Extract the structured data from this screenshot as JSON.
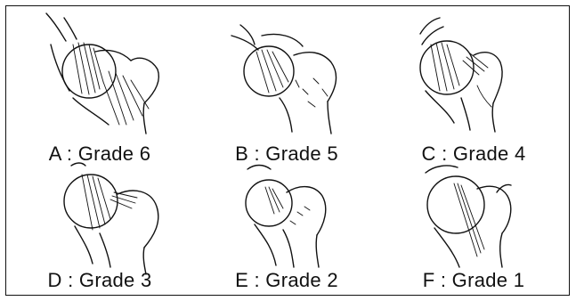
{
  "panels": [
    {
      "id": "A",
      "caption": "A : Grade 6"
    },
    {
      "id": "B",
      "caption": "B : Grade 5"
    },
    {
      "id": "C",
      "caption": "C : Grade 4"
    },
    {
      "id": "D",
      "caption": "D : Grade 3"
    },
    {
      "id": "E",
      "caption": "E : Grade 2"
    },
    {
      "id": "F",
      "caption": "F : Grade 1"
    }
  ]
}
